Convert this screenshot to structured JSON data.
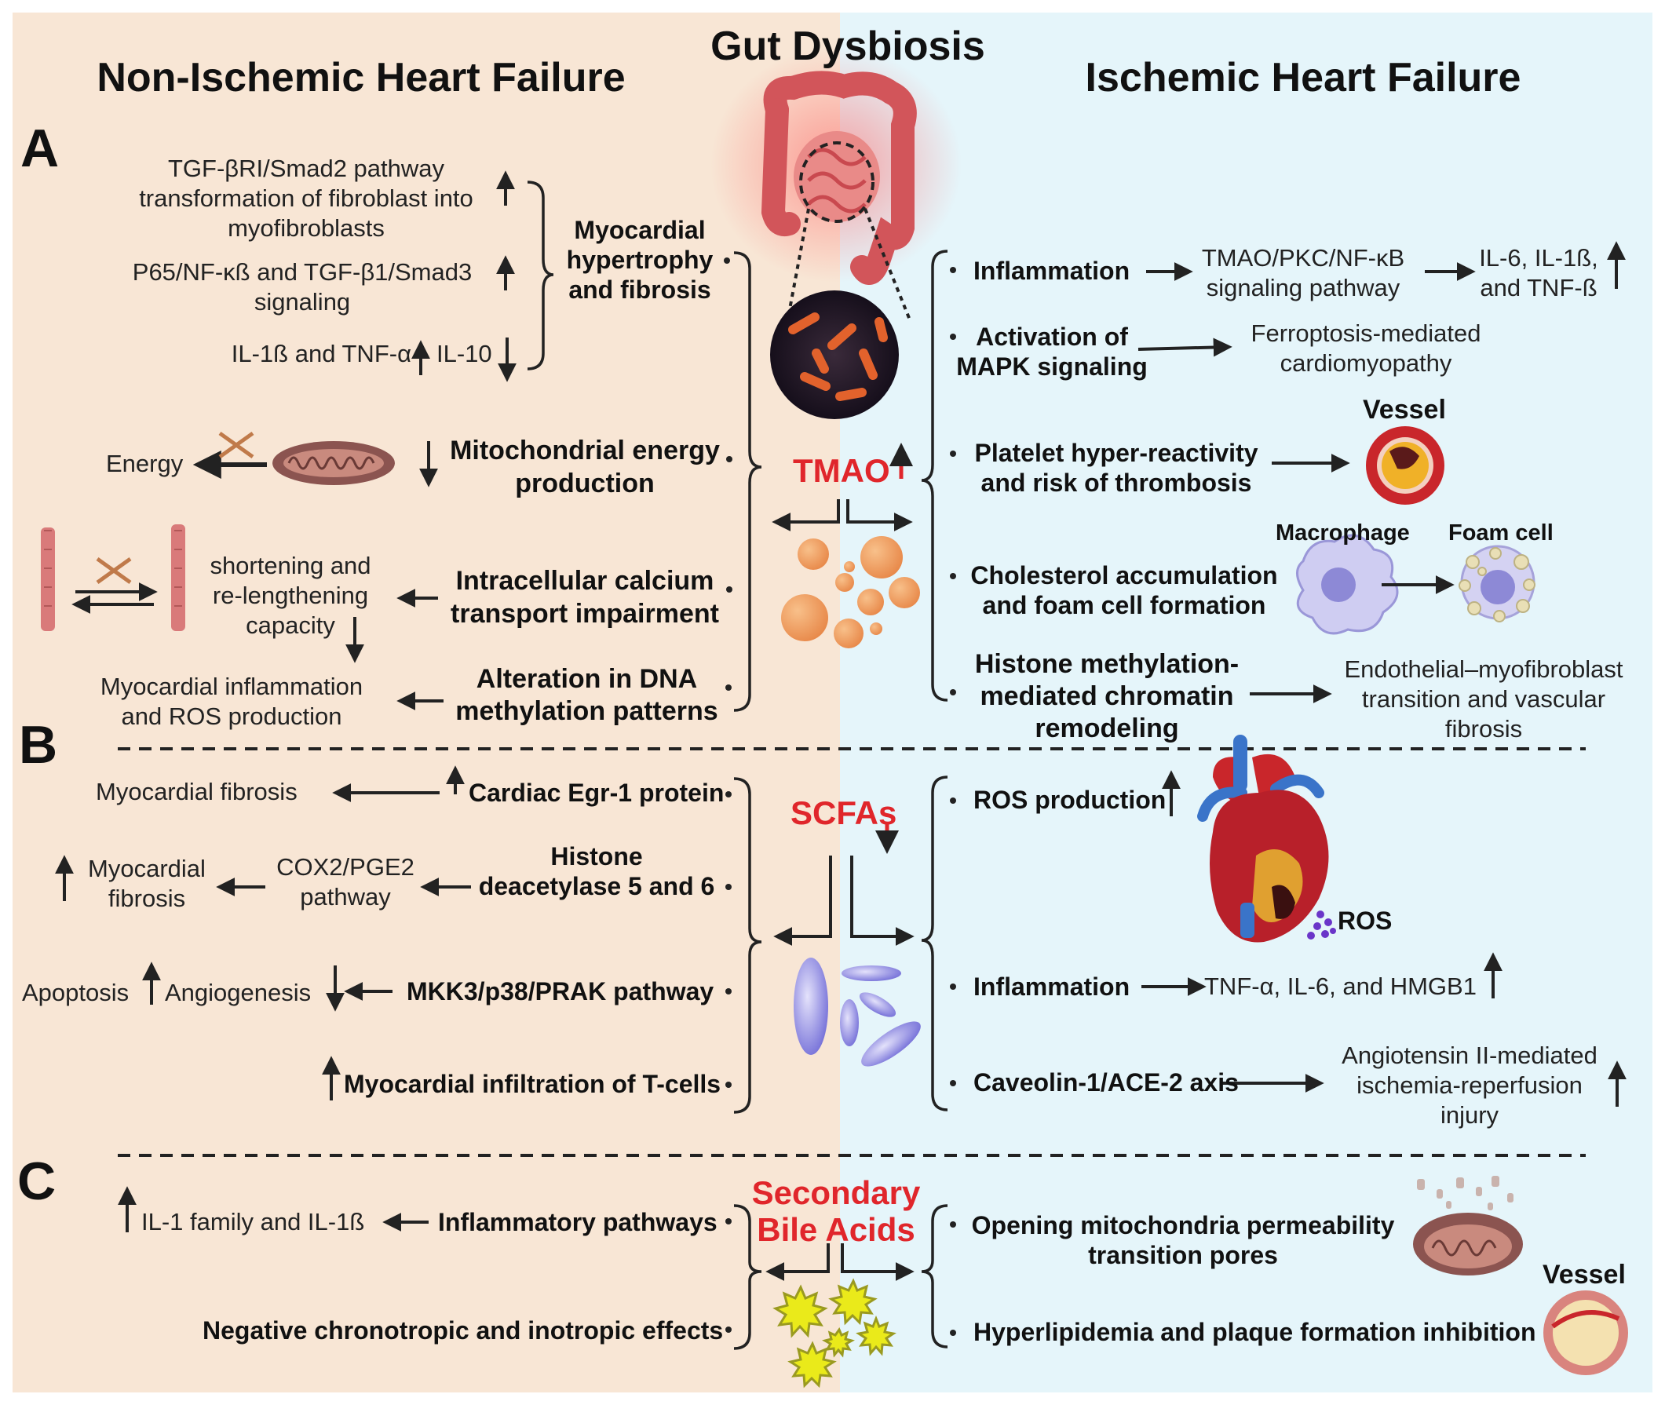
{
  "header": {
    "title_center": "Gut Dysbiosis",
    "title_left": "Non-Ischemic Heart Failure",
    "title_right": "Ischemic Heart Failure"
  },
  "sections": {
    "a": "A",
    "b": "B",
    "c": "C"
  },
  "metabolites": {
    "tmao": "TMAO",
    "scfas": "SCFAs",
    "bile_line1": "Secondary",
    "bile_line2": "Bile Acids"
  },
  "a_left": {
    "p1_l1": "TGF-βRI/Smad2 pathway",
    "p1_l2": "transformation of fibroblast into",
    "p1_l3": "myofibroblasts",
    "p2_l1": "P65/NF-κß and TGF-β1/Smad3",
    "p2_l2": "signaling",
    "p3_a": "IL-1ß and TNF-α",
    "p3_b": "IL-10",
    "m1_l1": "Myocardial",
    "m1_l2": "hypertrophy",
    "m1_l3": "and fibrosis",
    "energy": "Energy",
    "m2_l1": "Mitochondrial energy",
    "m2_l2": "production",
    "sh_l1": "shortening and",
    "sh_l2": "re-lengthening",
    "sh_l3": "capacity",
    "m3_l1": "Intracellular calcium",
    "m3_l2": "transport impairment",
    "inf_l1": "Myocardial inflammation",
    "inf_l2": "and ROS production",
    "m4_l1": "Alteration in DNA",
    "m4_l2": "methylation patterns"
  },
  "a_right": {
    "r1": "Inflammation",
    "r1_mid_l1": "TMAO/PKC/NF-κB",
    "r1_mid_l2": "signaling pathway",
    "r1_out_l1": "IL-6, IL-1ß,",
    "r1_out_l2": "and TNF-ß",
    "r2_l1": "Activation of",
    "r2_l2": "MAPK signaling",
    "r2_out_l1": "Ferroptosis-mediated",
    "r2_out_l2": "cardiomyopathy",
    "vessel": "Vessel",
    "r3_l1": "Platelet hyper-reactivity",
    "r3_l2": "and risk of thrombosis",
    "macrophage": "Macrophage",
    "foam": "Foam cell",
    "r4_l1": "Cholesterol accumulation",
    "r4_l2": "and foam cell formation",
    "r5_l1": "Histone methylation-",
    "r5_l2": "mediated chromatin",
    "r5_l3": "remodeling",
    "r5_out_l1": "Endothelial–myofibroblast",
    "r5_out_l2": "transition and vascular",
    "r5_out_l3": "fibrosis"
  },
  "b_left": {
    "fib": "Myocardial fibrosis",
    "egr": "Cardiac Egr-1 protein",
    "fib2_l1": "Myocardial",
    "fib2_l2": "fibrosis",
    "cox_l1": "COX2/PGE2",
    "cox_l2": "pathway",
    "hd_l1": "Histone",
    "hd_l2": "deacetylase 5 and 6",
    "apop": "Apoptosis",
    "angio": "Angiogenesis",
    "mkk": "MKK3/p38/PRAK pathway",
    "tcell": "Myocardial infiltration of T-cells"
  },
  "b_right": {
    "ros_prod": "ROS production",
    "ros": "ROS",
    "inf": "Inflammation",
    "inf_out": "TNF-α, IL-6, and HMGB1",
    "cav": "Caveolin-1/ACE-2 axis",
    "cav_out_l1": "Angiotensin II-mediated",
    "cav_out_l2": "ischemia-reperfusion",
    "cav_out_l3": "injury"
  },
  "c_left": {
    "il": "IL-1 family and IL-1ß",
    "inf": "Inflammatory pathways",
    "neg": "Negative chronotropic and inotropic effects"
  },
  "c_right": {
    "mito_l1": "Opening mitochondria permeability",
    "mito_l2": "transition pores",
    "vessel": "Vessel",
    "hyper": "Hyperlipidemia and plaque formation inhibition"
  }
}
